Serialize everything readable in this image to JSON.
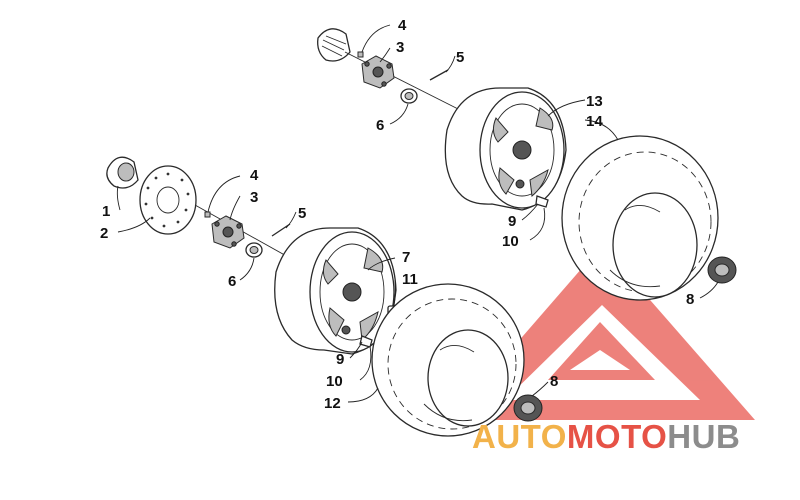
{
  "diagram": {
    "callouts": [
      {
        "id": "c4-top",
        "label": "4"
      },
      {
        "id": "c3-top",
        "label": "3"
      },
      {
        "id": "c5-top",
        "label": "5"
      },
      {
        "id": "c6-top",
        "label": "6"
      },
      {
        "id": "c13",
        "label": "13"
      },
      {
        "id": "c14",
        "label": "14"
      },
      {
        "id": "c9-top",
        "label": "9"
      },
      {
        "id": "c10-top",
        "label": "10"
      },
      {
        "id": "c8-right",
        "label": "8"
      },
      {
        "id": "c1",
        "label": "1"
      },
      {
        "id": "c2",
        "label": "2"
      },
      {
        "id": "c4-bot",
        "label": "4"
      },
      {
        "id": "c3-bot",
        "label": "3"
      },
      {
        "id": "c5-bot",
        "label": "5"
      },
      {
        "id": "c6-bot",
        "label": "6"
      },
      {
        "id": "c7",
        "label": "7"
      },
      {
        "id": "c11",
        "label": "11"
      },
      {
        "id": "c9-bot",
        "label": "9"
      },
      {
        "id": "c10-bot",
        "label": "10"
      },
      {
        "id": "c12",
        "label": "12"
      },
      {
        "id": "c8-bot",
        "label": "8"
      }
    ]
  },
  "watermark": {
    "word_1": "AUTO",
    "word_2": "MOTO",
    "word_3": "HUB",
    "colors": {
      "triangle": "#e8574f",
      "word_1": "#f2b24a",
      "word_2": "#e65246",
      "word_3": "#8c8c8c"
    }
  }
}
